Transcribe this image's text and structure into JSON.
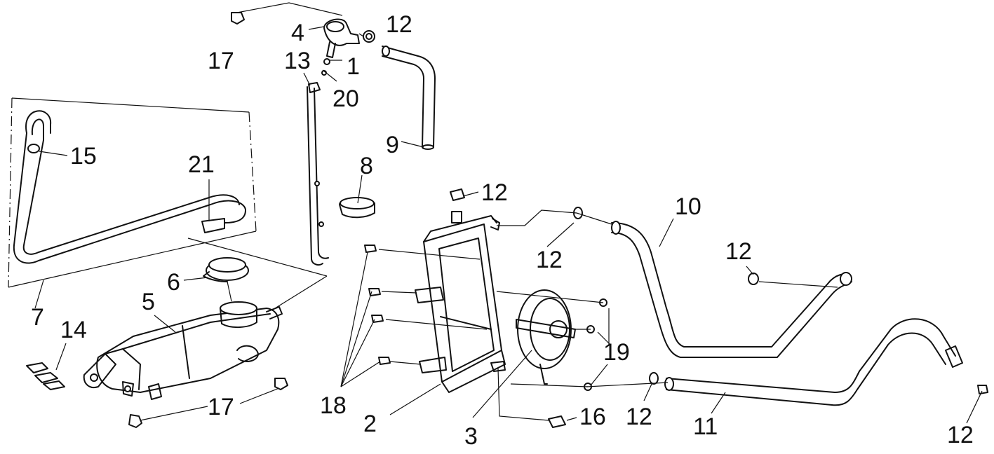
{
  "callouts": {
    "c1": "1",
    "c2": "2",
    "c3": "3",
    "c4": "4",
    "c5": "5",
    "c6": "6",
    "c7": "7",
    "c8": "8",
    "c9": "9",
    "c10": "10",
    "c11": "11",
    "c12_top": "12",
    "c12_radiator": "12",
    "c12_left_hose": "12",
    "c12_right_hose": "12",
    "c12_bottom_mid": "12",
    "c12_bottom_right": "12",
    "c13": "13",
    "c14": "14",
    "c15": "15",
    "c16": "16",
    "c17_top": "17",
    "c17_bottom": "17",
    "c18": "18",
    "c19": "19",
    "c20": "20",
    "c21": "21"
  }
}
